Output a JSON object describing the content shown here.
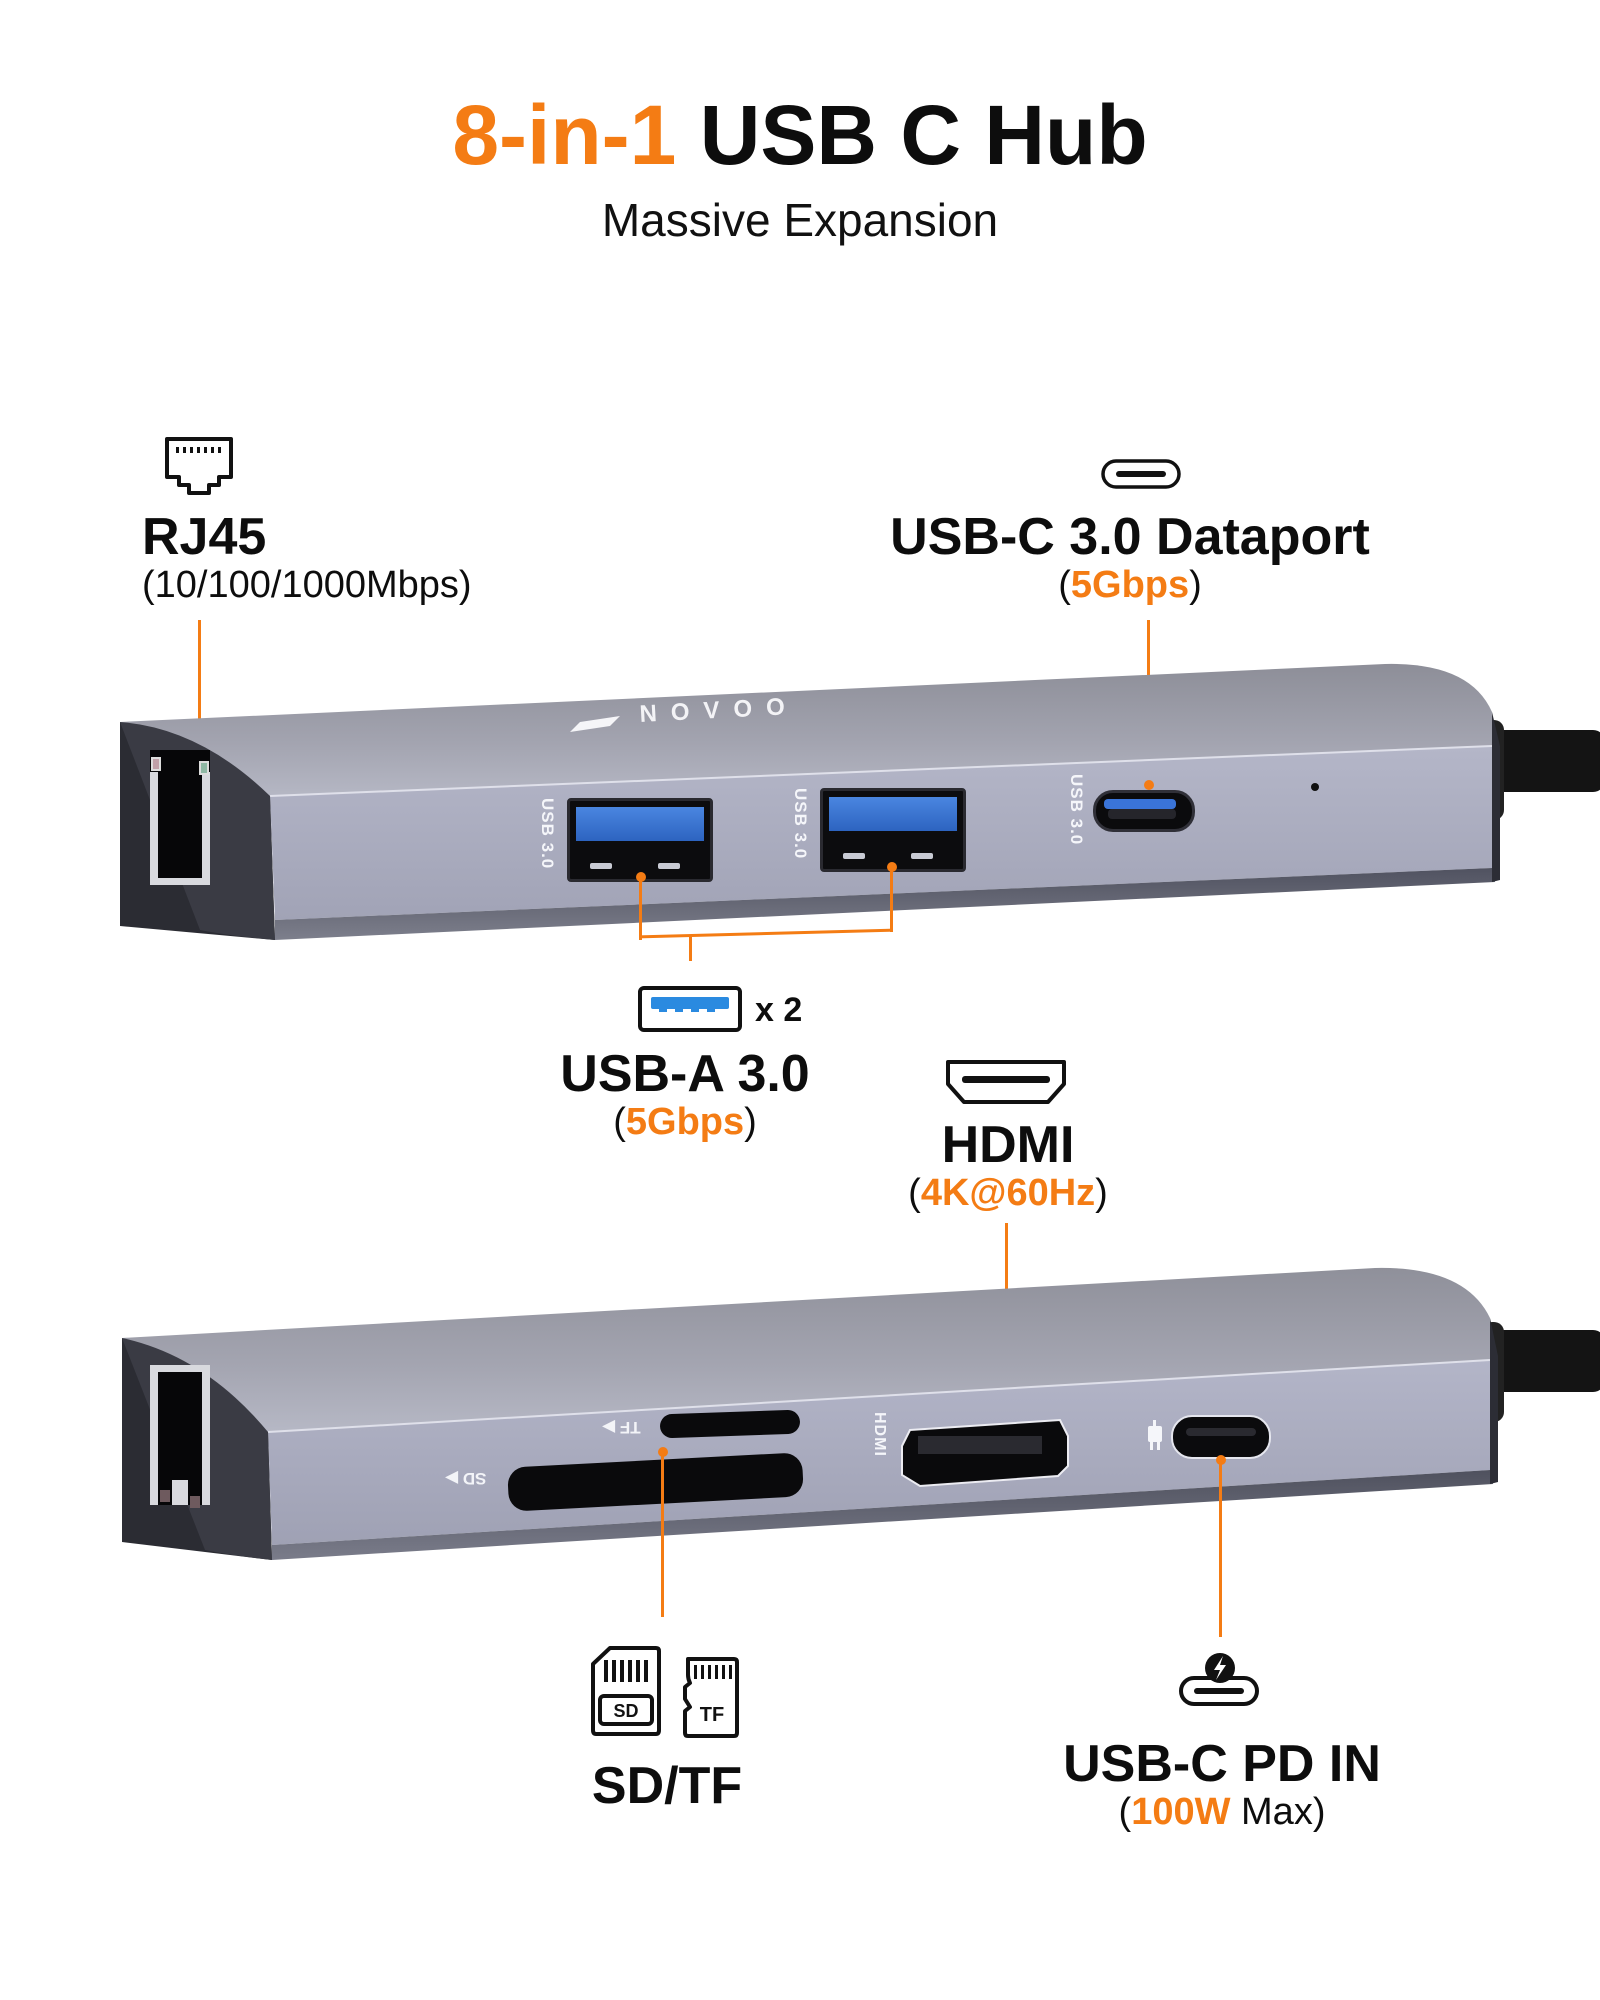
{
  "header": {
    "title_highlight": "8-in-1",
    "title_rest": "USB C Hub",
    "subtitle": "Massive Expansion"
  },
  "colors": {
    "accent": "#f47c14",
    "text": "#0d0d0d",
    "device_body": "#9b9caa",
    "usb3_blue": "#3a74d8"
  },
  "brand": {
    "logo_text": "NOVOO"
  },
  "callouts": {
    "rj45": {
      "icon": "ethernet-port-icon",
      "title": "RJ45",
      "spec": "(10/100/1000Mbps)"
    },
    "usbc_data": {
      "icon": "usb-c-port-icon",
      "title": "USB-C 3.0 Dataport",
      "spec_open": "(",
      "spec_value": "5Gbps",
      "spec_close": ")"
    },
    "usba": {
      "icon": "usb-a-port-icon",
      "count": "x 2",
      "title": "USB-A 3.0",
      "spec_open": "(",
      "spec_value": "5Gbps",
      "spec_close": ")"
    },
    "hdmi": {
      "icon": "hdmi-port-icon",
      "title": "HDMI",
      "spec_open": "(",
      "spec_value": "4K@60Hz",
      "spec_close": ")"
    },
    "sdtf": {
      "icon_sd": "sd-card-icon",
      "icon_sd_text": "SD",
      "icon_tf": "tf-card-icon",
      "icon_tf_text": "TF",
      "title": "SD/TF"
    },
    "pd": {
      "icon": "usb-c-power-icon",
      "title": "USB-C PD IN",
      "spec_open": "(",
      "spec_value": "100W",
      "spec_rest": " Max)"
    }
  },
  "device_top": {
    "port_labels": [
      "USB 3.0",
      "USB 3.0",
      "USB 3.0"
    ]
  },
  "device_bottom": {
    "tf_label": "TF",
    "sd_label": "SD",
    "hdmi_label": "HDMI"
  }
}
